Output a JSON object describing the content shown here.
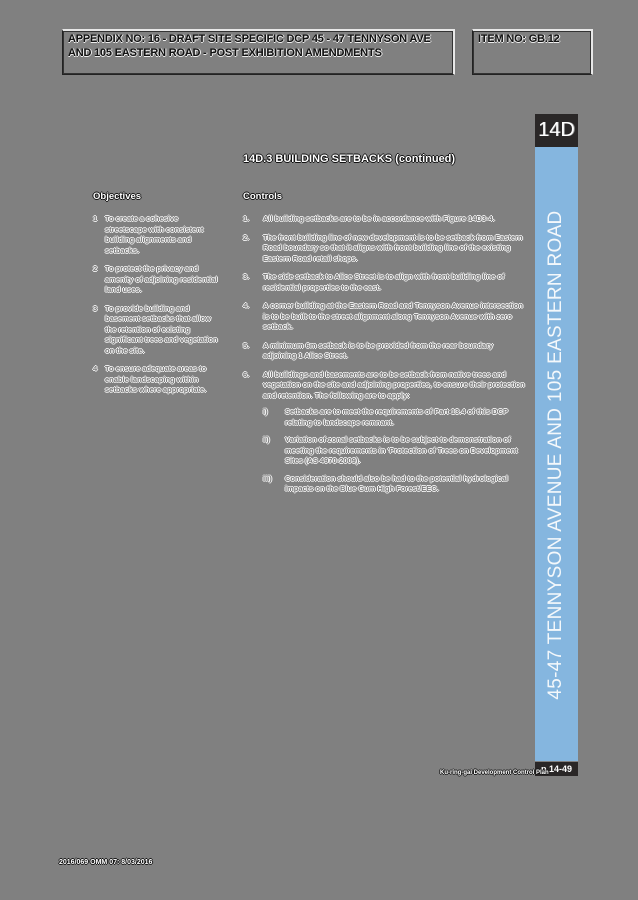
{
  "header": {
    "appendix_title": "APPENDIX NO: 16 - DRAFT SITE SPECIFIC DCP 45 - 47 TENNYSON AVE AND 105 EASTERN ROAD - POST EXHIBITION AMENDMENTS",
    "item_no": "ITEM NO: GB.12"
  },
  "side": {
    "chapter_tab": "14D",
    "band_title": "45-47 TENNYSON AVENUE AND 105 EASTERN ROAD",
    "page_number": "p 14-49",
    "band_color": "#85b6df",
    "tab_color": "#2a2727"
  },
  "section": {
    "title": "14D.3 BUILDING SETBACKS (continued)"
  },
  "objectives": {
    "heading": "Objectives",
    "items": [
      {
        "num": "1",
        "text": "To create a cohesive streetscape with consistent building alignments and setbacks."
      },
      {
        "num": "2",
        "text": "To protect the privacy and amenity of adjoining residential land uses."
      },
      {
        "num": "3",
        "text": "To provide building and basement setbacks that allow the retention of existing significant trees and vegetation on the site."
      },
      {
        "num": "4",
        "text": "To ensure adequate areas to enable landscaping within setbacks where appropriate."
      }
    ]
  },
  "controls": {
    "heading": "Controls",
    "items": [
      {
        "num": "1.",
        "text": "All building setbacks are to be in accordance with Figure 14D3-4."
      },
      {
        "num": "2.",
        "text": "The front building line of new development is to be setback from Eastern Road boundary so that it aligns with front building line of the existing Eastern Road retail shops."
      },
      {
        "num": "3.",
        "text": "The side setback to Alice Street is to align with front building line of residential properties to the east."
      },
      {
        "num": "4.",
        "text": "A corner building at the Eastern Road and Tennyson Avenue intersection is to be built to the street alignment along Tennyson Avenue with zero setback."
      },
      {
        "num": "5.",
        "text": "A minimum 6m setback is to be provided from the rear boundary adjoining 1 Alice Street."
      },
      {
        "num": "6.",
        "text": "All buildings and basements are to be setback from native trees and vegetation on the site and adjoining properties, to ensure their protection and retention. The following are to apply:"
      }
    ],
    "sub_items": [
      {
        "num": "i)",
        "text": "Setbacks are to meet the requirements of Part 13.4 of this DCP relating to landscape remnant."
      },
      {
        "num": "ii)",
        "text": "Variation of zonal setbacks is to be subject to demonstration of meeting the requirements in 'Protection of Trees on Development Sites (AS 4970-2009)."
      },
      {
        "num": "iii)",
        "text": "Consideration should also be had to the potential hydrological impacts on the Blue Gum High Forest/EEC."
      }
    ]
  },
  "footer": {
    "doc_name": "Ku-ring-gai Development Control Plan",
    "reference": "2016/069 OMM 07: 8/03/2016"
  }
}
